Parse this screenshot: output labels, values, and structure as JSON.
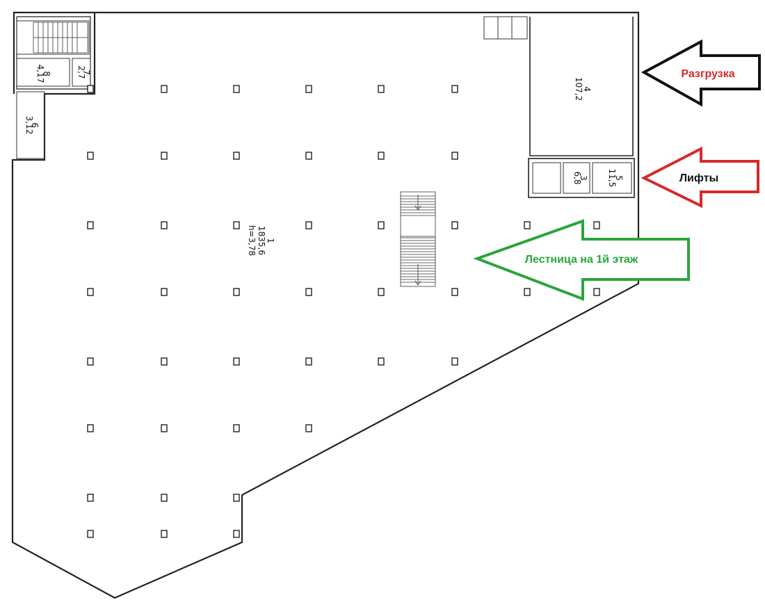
{
  "annotations": {
    "unloading": {
      "label": "Разгрузка",
      "color": "#d62a2a",
      "outline": "#111111"
    },
    "elevators": {
      "label": "Лифты",
      "color": "#111111",
      "outline": "#d62a2a"
    },
    "stairs": {
      "label": "Лестница на 1й этаж",
      "color": "#2aa53a",
      "outline": "#2aa53a"
    }
  },
  "rooms": {
    "main_hall": {
      "number": "1",
      "area": "1835,6",
      "height": "h=3,78"
    },
    "unloading_room": {
      "number": "4",
      "area": "107,2"
    },
    "lift_room": {
      "number": "5",
      "area": "11,5"
    },
    "lift_shaft": {
      "number": "3",
      "area": "6,8"
    },
    "corner_room_8": {
      "number": "8",
      "area": "4,17"
    },
    "corner_room_7": {
      "number": "7",
      "area": "2,7"
    },
    "corner_room_6": {
      "number": "6",
      "area": "3,12"
    }
  }
}
